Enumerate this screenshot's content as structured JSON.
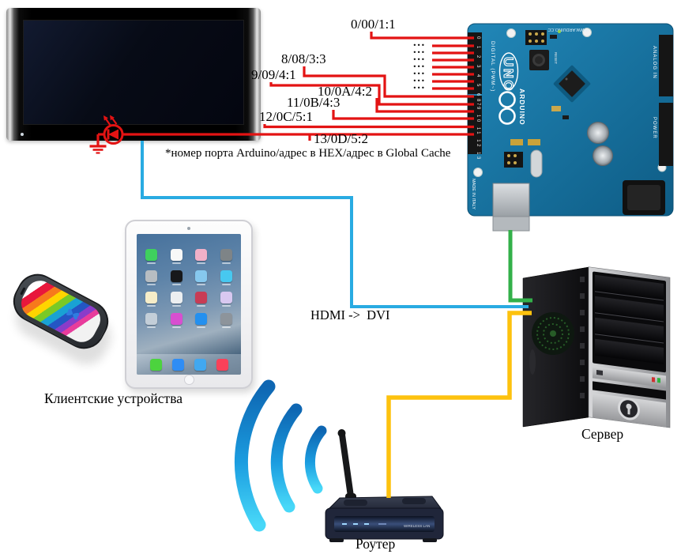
{
  "labels": {
    "ports": [
      "0/00/1:1",
      "8/08/3:3",
      "9/09/4:1",
      "10/0A/4:2",
      "11/0B/4:3",
      "12/0C/5:1",
      "13/0D/5:2"
    ],
    "ellipsis": "...",
    "note": "*номер порта Arduino/адрес в HEX/адрес в Global Cache",
    "hdmi": "HDMI ->  DVI",
    "clients": "Клиентские устройства",
    "server": "Сервер",
    "router": "Роутер"
  },
  "colors": {
    "ir_line": "#e31313",
    "hdmi_line": "#29abe2",
    "usb_line": "#33b04a",
    "lan_line": "#fdc20e",
    "wifi_blue": "#1b9de0"
  },
  "arduino": {
    "brand": "ARDUINO",
    "model": "UNO",
    "website": "WWW.ARDUINO.CC",
    "digital_header": "DIGITAL (PWM~)",
    "digital_pins_a": "0 1 2 3 4 5 6 7",
    "digital_pins_b": "8 9 10 11 12 13",
    "analog_header": "ANALOG IN",
    "power_header": "POWER",
    "reset": "RESET",
    "made_in": "MADE IN ITALY"
  },
  "router_device": {
    "brand": "WIRELESS LAN"
  },
  "ipad": {
    "app_icon_colors": [
      "#3fd05e",
      "#f8f8f8",
      "#f2b0c8",
      "#7e8487",
      "#b7bdc2",
      "#17181a",
      "#86c8ee",
      "#47c8f0",
      "#f6edc8",
      "#eceff1",
      "#c83c55",
      "#d8c8f0",
      "#c3ced8",
      "#d84fd0",
      "#2490ef",
      "#8d949b"
    ],
    "dock_icon_colors": [
      "#4cd33e",
      "#2e8df5",
      "#41a8f0",
      "#fa4159"
    ]
  }
}
